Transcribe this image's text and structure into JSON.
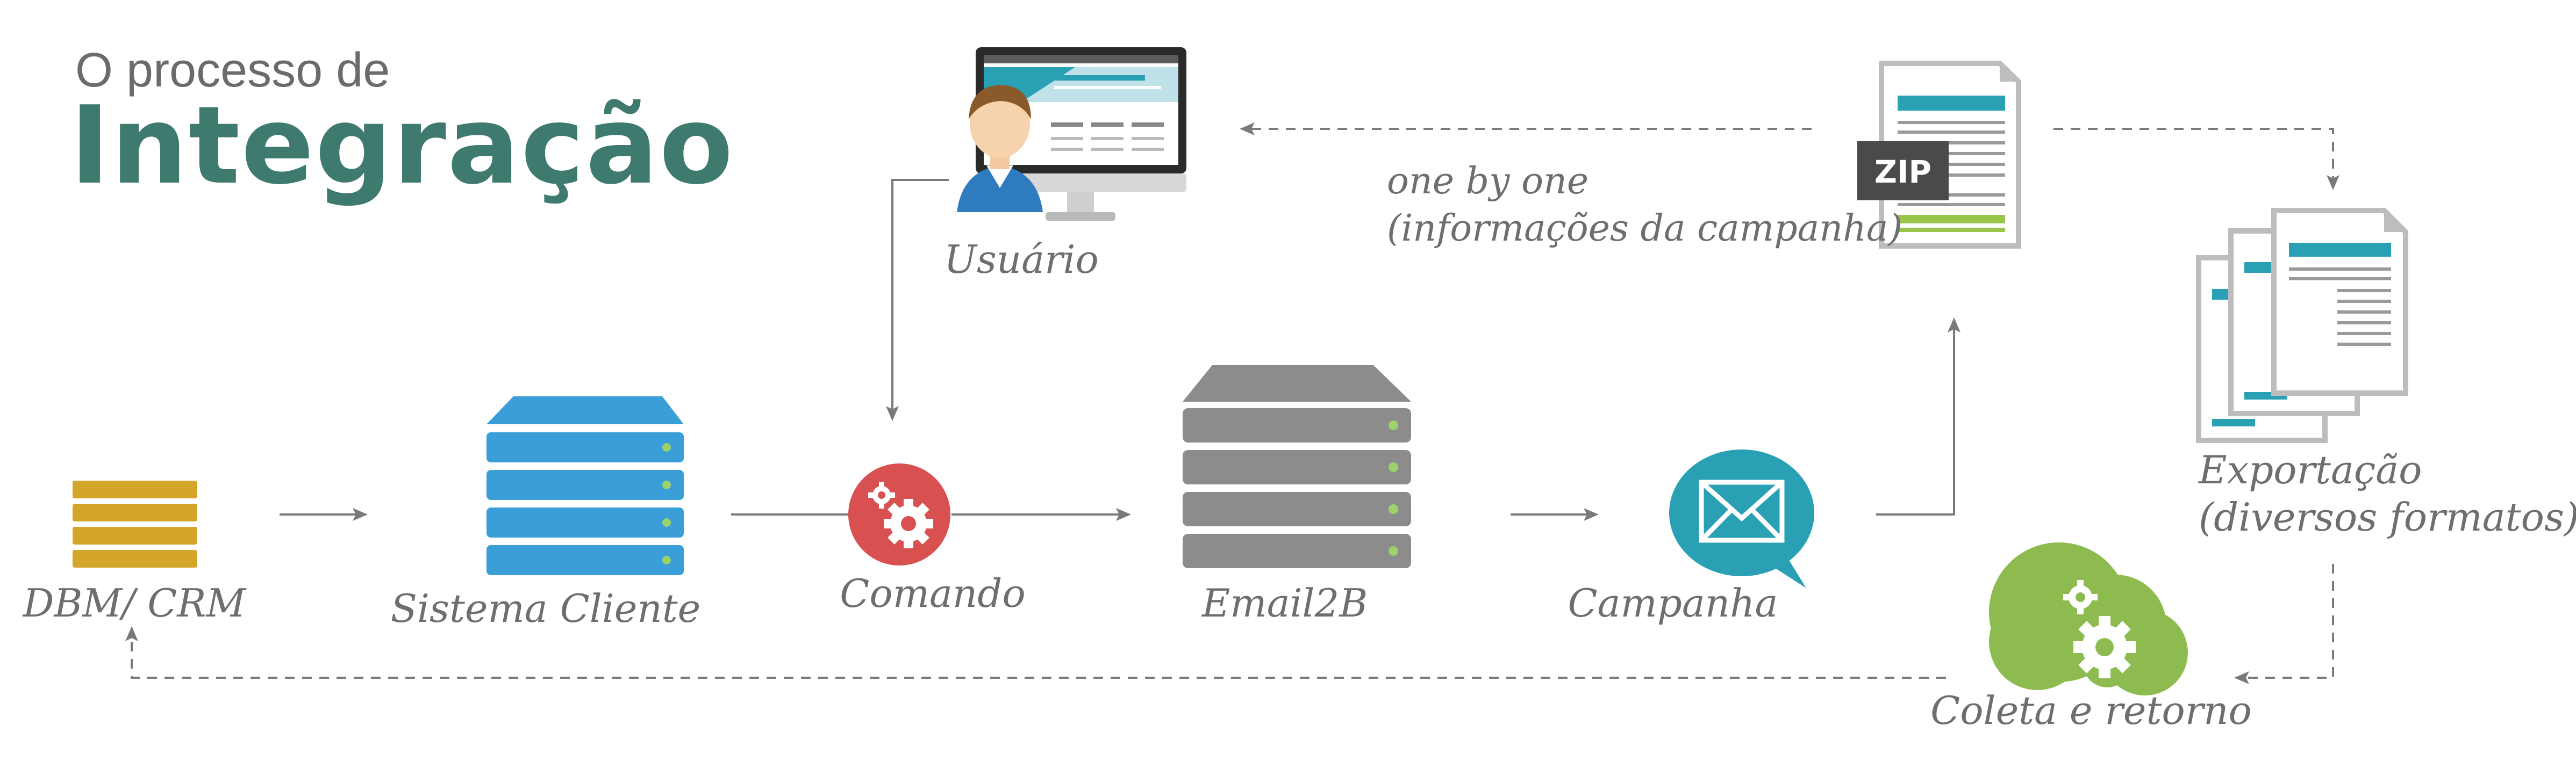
{
  "title": {
    "line1": "O processo de",
    "line2": "Integração"
  },
  "nodes": {
    "dbm_crm": "DBM/ CRM",
    "sistema_cliente": "Sistema Cliente",
    "comando": "Comando",
    "email2b": "Email2B",
    "campanha": "Campanha",
    "usuario": "Usuário",
    "zip": "ZIP",
    "exportacao_line1": "Exportação",
    "exportacao_line2": "(diversos formatos)",
    "coleta": "Coleta e retorno"
  },
  "notes": {
    "one_by_one_line1": "one by one",
    "one_by_one_line2": "(informações da campanha)"
  },
  "colors": {
    "title": "#3f7a6e",
    "dbm": "#d4a52b",
    "server_blue": "#3a9fd9",
    "comando_red": "#d95050",
    "server_gray": "#8c8c8c",
    "campanha_teal": "#2aa0b5",
    "cloud_green": "#8dbb4f",
    "arrow": "#7a7a7a"
  },
  "icons": [
    "stack-icon",
    "server-icon",
    "gear-icon",
    "envelope-icon",
    "user-icon",
    "monitor-icon",
    "zip-document-icon",
    "documents-icon",
    "cloud-gear-icon"
  ]
}
